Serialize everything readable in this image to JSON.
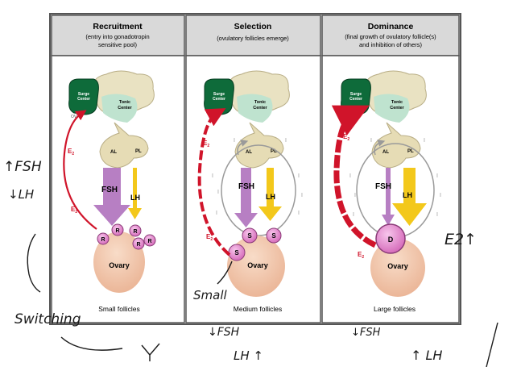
{
  "panels": [
    {
      "title": "Recruitment",
      "subtitle_line1": "(entry into gonadotropin",
      "subtitle_line2": "sensitive pool)",
      "caption": "Small follicles",
      "follicle_letter": "R"
    },
    {
      "title": "Selection",
      "subtitle_line1": "(ovulatory follicles emerge)",
      "subtitle_line2": "",
      "caption": "Medium follicles",
      "follicle_letter": "S"
    },
    {
      "title": "Dominance",
      "subtitle_line1": "(final growth of ovulatory follicle(s)",
      "subtitle_line2": "and inhibition of others)",
      "caption": "Large follicles",
      "follicle_letter": "D"
    }
  ],
  "labels": {
    "surge_line1": "Surge",
    "surge_line2": "Center",
    "tonic_line1": "Tonic",
    "tonic_line2": "Center",
    "al": "AL",
    "pl": "PL",
    "fsh": "FSH",
    "lh": "LH",
    "ovary": "Ovary",
    "e2": "E",
    "e2_sub": "2",
    "inhibit": "I",
    "ovx_partial": "OV"
  },
  "handwriting": {
    "fsh_up": "↑FSH",
    "lh_down": "↓LH",
    "switching": "Switching",
    "small": "Small",
    "mid_fsh_down": "↓FSH",
    "mid_lh_up": "LH ↑",
    "right_fsh_down": "↓FSH",
    "right_lh_up": "↑ LH",
    "e2_up": "E2↑"
  },
  "colors": {
    "header_bg": "#d9d9d9",
    "frame": "#5a5a5a",
    "surge_green": "#0e6b3a",
    "tonic_green": "#bfe3cf",
    "brain_beige": "#e9e2c2",
    "pituitary": "#e6dcb5",
    "fsh_purple": "#b77fc3",
    "lh_yellow": "#f3c81b",
    "ovary_pink": "#f2c7ad",
    "follicle_pink": "#e58fcd",
    "e2_red": "#d0142a"
  }
}
